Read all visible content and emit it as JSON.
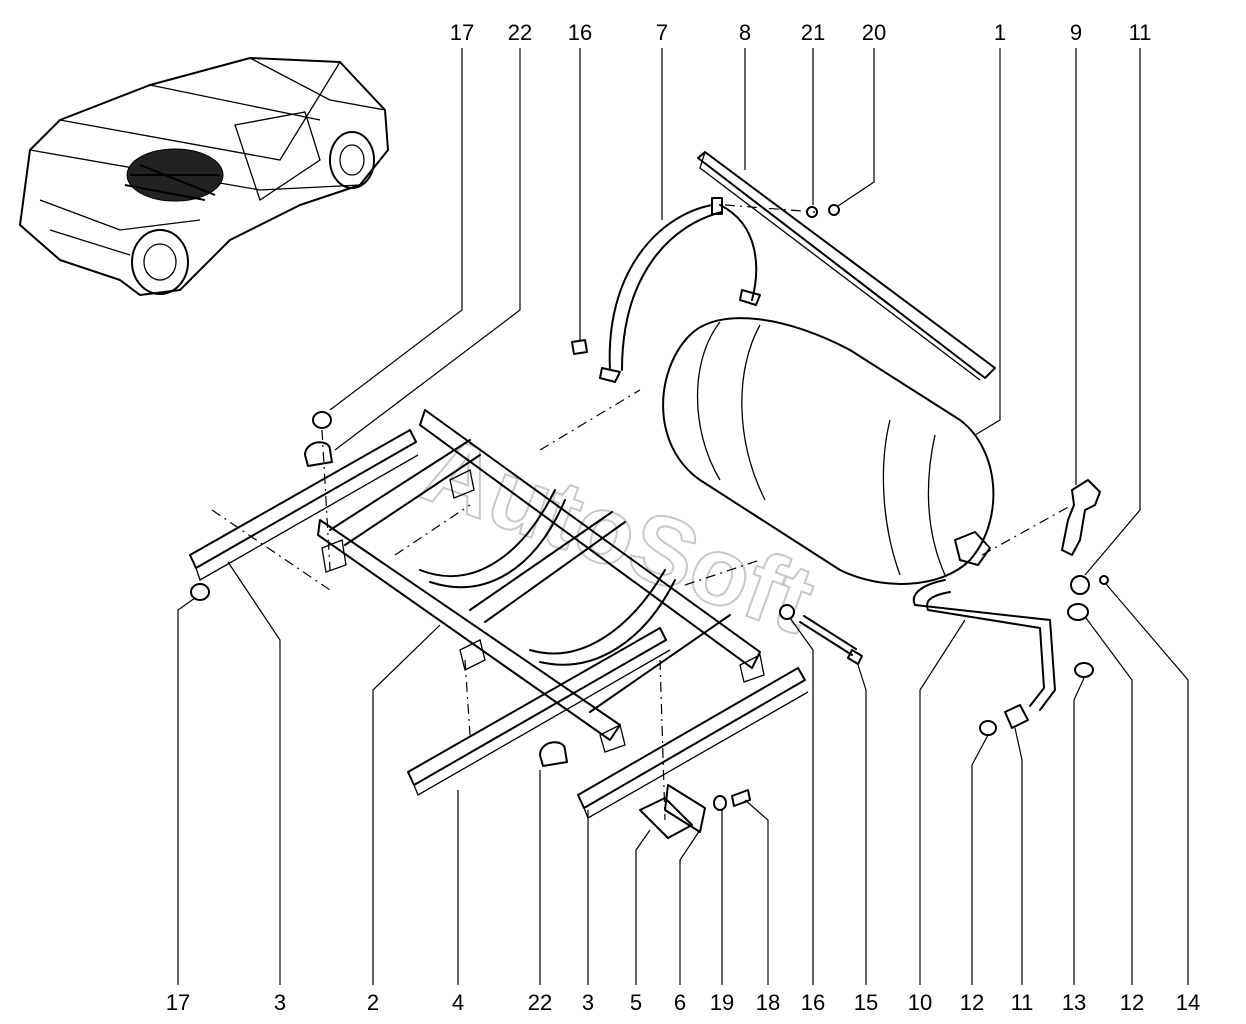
{
  "watermark": "AutoSoft",
  "colors": {
    "line": "#000000",
    "watermark": "#c8c8c8",
    "background": "#ffffff"
  },
  "callouts_top": [
    "17",
    "22",
    "16",
    "7",
    "8",
    "21",
    "20",
    "1",
    "9",
    "11"
  ],
  "callouts_bottom": [
    "17",
    "3",
    "2",
    "4",
    "22",
    "3",
    "5",
    "6",
    "19",
    "18",
    "16",
    "15",
    "10",
    "12",
    "11",
    "13",
    "12",
    "14"
  ]
}
